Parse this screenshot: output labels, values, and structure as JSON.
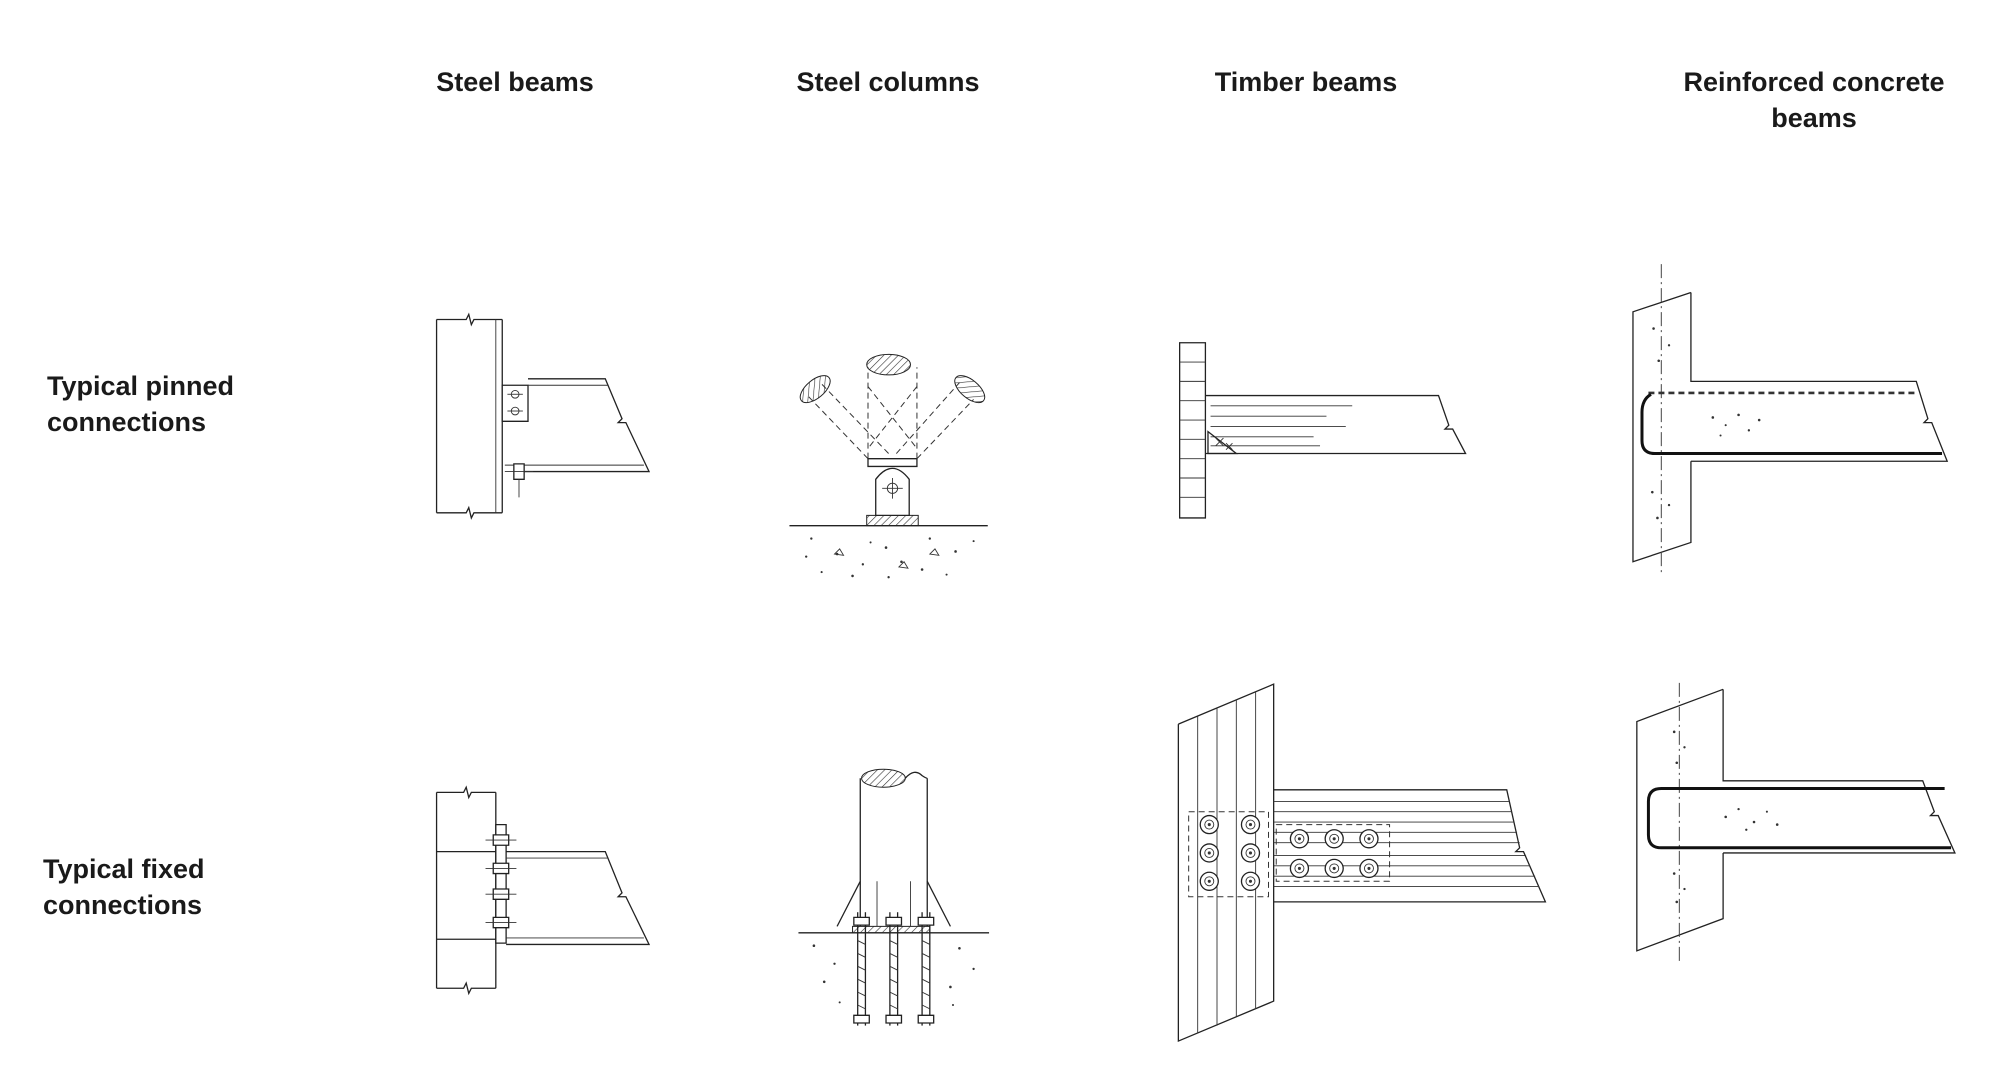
{
  "columns": [
    {
      "label": "Steel beams"
    },
    {
      "label": "Steel columns"
    },
    {
      "label": "Timber beams"
    },
    {
      "label_line1": "Reinforced concrete",
      "label_line2": "beams"
    }
  ],
  "rows": [
    {
      "line1": "Typical pinned",
      "line2": "connections"
    },
    {
      "line1": "Typical fixed",
      "line2": "connections"
    }
  ],
  "drawings": [
    {
      "name": "steel-beam-pinned"
    },
    {
      "name": "steel-column-pinned"
    },
    {
      "name": "timber-beam-pinned"
    },
    {
      "name": "concrete-beam-pinned"
    },
    {
      "name": "steel-beam-fixed"
    },
    {
      "name": "steel-column-fixed"
    },
    {
      "name": "timber-beam-fixed"
    },
    {
      "name": "concrete-beam-fixed"
    }
  ]
}
